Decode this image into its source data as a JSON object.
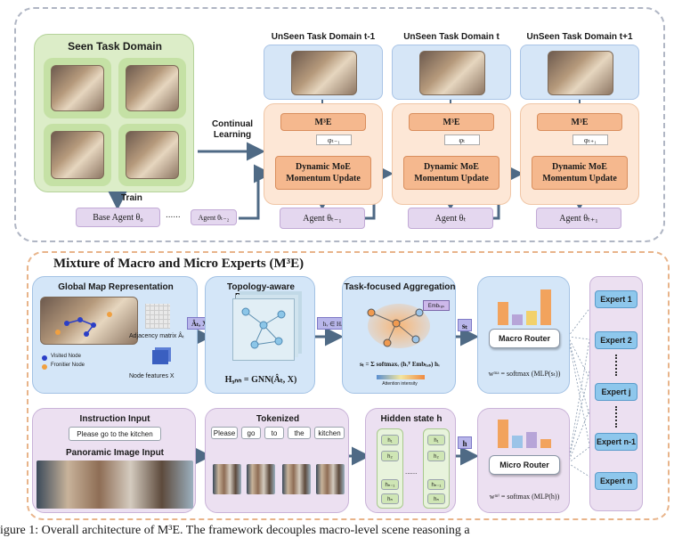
{
  "top": {
    "seen_title": "Seen Task Domain",
    "train_label": "Train",
    "continual_label": "Continual\nLearning",
    "base_agent": "Base Agent θ₀",
    "dots": "......",
    "agent_t2": "Agent θₜ₋₂",
    "domains": [
      {
        "title": "UnSeen Task Domain t-1",
        "m3e": "M³E",
        "phi": "φₜ₋₁",
        "moe": "Dynamic MoE\nMomentum Update",
        "agent": "Agent θₜ₋₁"
      },
      {
        "title": "UnSeen Task Domain t",
        "m3e": "M³E",
        "phi": "φₜ",
        "moe": "Dynamic MoE\nMomentum Update",
        "agent": "Agent θₜ"
      },
      {
        "title": "UnSeen Task Domain t+1",
        "m3e": "M³E",
        "phi": "φₜ₊₁",
        "moe": "Dynamic MoE\nMomentum Update",
        "agent": "Agent θₜ₊₁"
      }
    ]
  },
  "bottom": {
    "section_title": "Mixture of Macro and Micro Experts (M³E)",
    "global_map": {
      "title": "Global Map Representation",
      "adjacency": "Adjacency matrix Âₜ",
      "visited": "Visited Node",
      "frontier": "Fronitier Node",
      "node_features": "Node features  X"
    },
    "edge_label_1": "Âₜ, X",
    "topology": {
      "title": "Topology-aware Propagation",
      "formula": "H₉ₙₙ = GNN(Âₜ, X)"
    },
    "edge_label_2": "hᵥ ∈ H₉ₙₙ",
    "aggregation": {
      "title": "Task-focused Aggregation",
      "emb": "Embₜₐₛ",
      "formula": "sₜ = Σ softmaxᵥ (hᵥᵀ Embₜₐₛ) hᵥ",
      "intensity": "Attention intensity"
    },
    "s_label": "sₜ",
    "macro_router": "Macro Router",
    "macro_formula": "wᵐᵃ = softmax (MLP(sₜ))",
    "instruction": {
      "title": "Instruction Input",
      "text": "Please go to the kitchen",
      "pano_title": "Panoramic Image Input"
    },
    "tokenized": {
      "title": "Tokenized",
      "tokens": [
        "Please",
        "go",
        "to",
        "the",
        "kitchen"
      ]
    },
    "hidden": {
      "title": "Hidden state  h",
      "left": [
        "h₁",
        "h₂",
        "hₙ₋₁",
        "hₙ"
      ],
      "right": [
        "h₁",
        "h₂",
        "hₙ₋₁",
        "hₙ"
      ],
      "dots": "......"
    },
    "h_label": "h",
    "micro_router": "Micro Router",
    "micro_formula": "wᵐⁱ = softmax (MLP(h))",
    "experts": [
      "Expert 1",
      "Expert 2",
      "Expert j",
      "Expert n-1",
      "Expert n"
    ]
  },
  "caption": "igure 1: Overall architecture of M³E. The framework decouples macro-level scene reasoning a",
  "colors": {
    "green": "#dcedc8",
    "blue": "#d6e6f7",
    "orange": "#fde7d6",
    "purple": "#e4d7ef",
    "expert": "#8ec7ec",
    "arrow": "#4f6a85"
  }
}
